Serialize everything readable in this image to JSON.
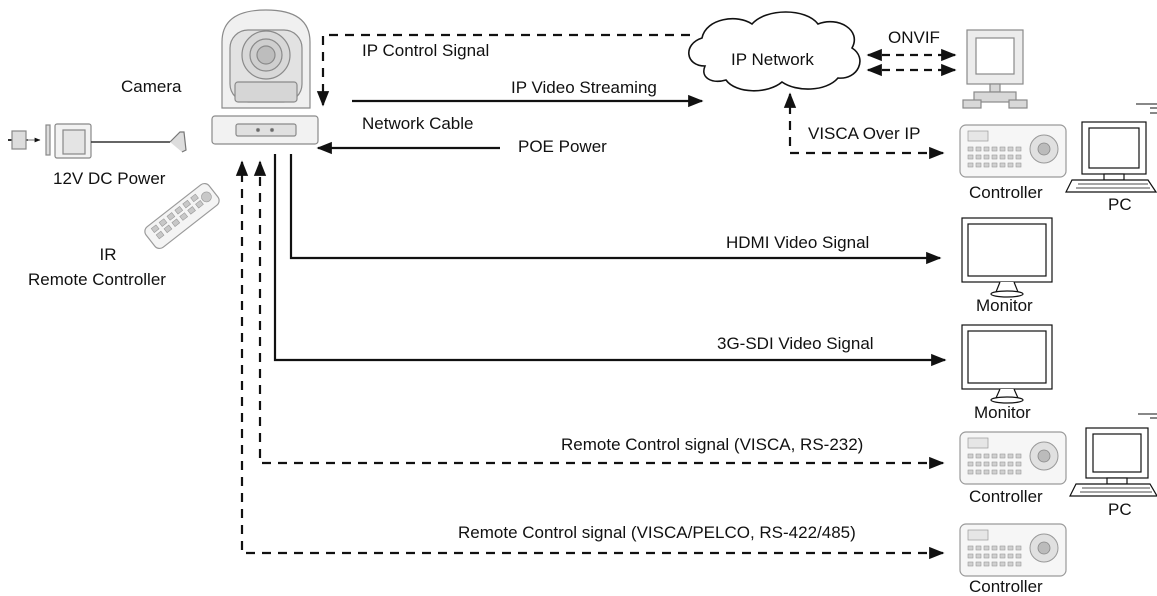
{
  "devices": {
    "camera": "Camera",
    "dc_power": "12V DC Power",
    "ir_line1": "IR",
    "ir_line2": "Remote Controller",
    "ip_network": "IP Network",
    "pc_top": "PC",
    "pc_bottom": "PC",
    "controller_top": "Controller",
    "controller_mid": "Controller",
    "controller_bottom": "Controller",
    "monitor_hdmi": "Monitor",
    "monitor_sdi": "Monitor"
  },
  "signals": {
    "ip_control": "IP Control Signal",
    "ip_video": "IP Video Streaming",
    "network_cable": "Network Cable",
    "poe_power": "POE Power",
    "onvif": "ONVIF",
    "visca_ip": "VISCA Over IP",
    "hdmi": "HDMI Video Signal",
    "sdi": "3G-SDI Video Signal",
    "rs232": "Remote Control signal (VISCA, RS-232)",
    "rs422": "Remote Control signal (VISCA/PELCO, RS-422/485)"
  },
  "colors": {
    "line": "#111111",
    "device_fill": "#e6e6e6",
    "device_stroke": "#8a8a8a"
  }
}
